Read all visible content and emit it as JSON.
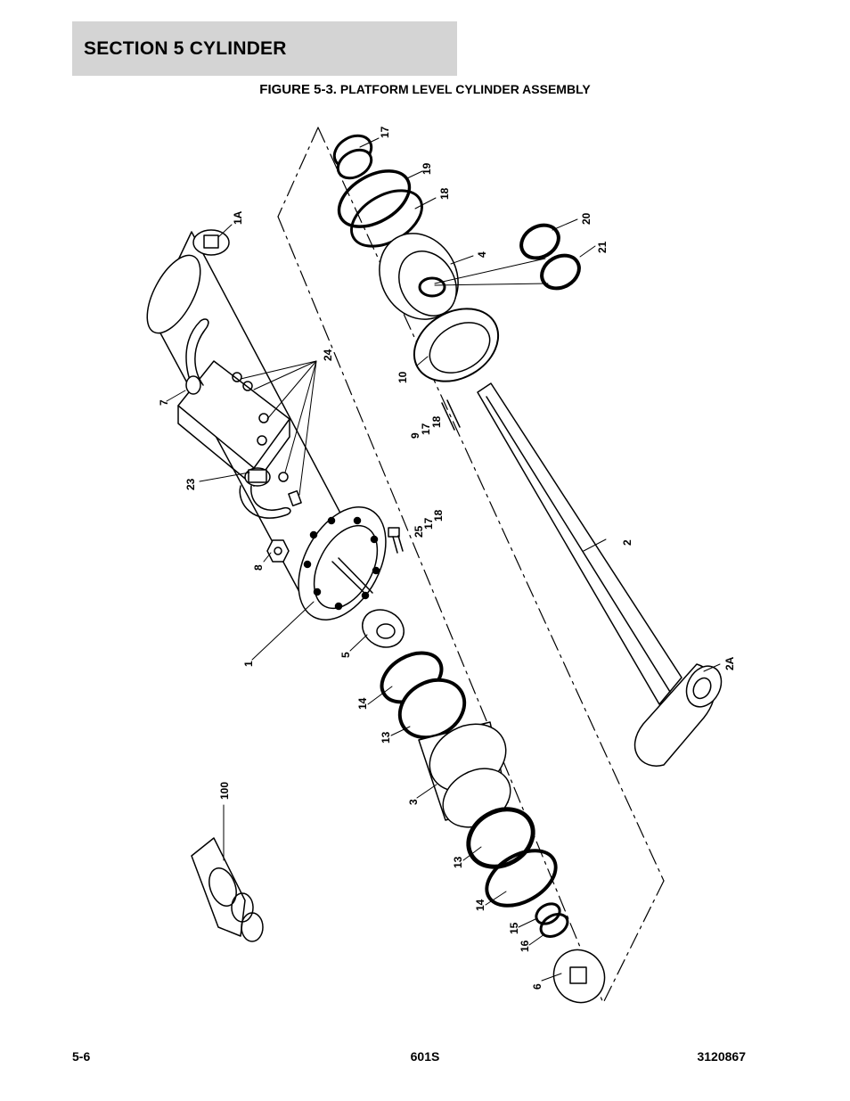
{
  "section": {
    "title": "SECTION 5   CYLINDER"
  },
  "figure": {
    "number": "FIGURE 5-3.",
    "title": "PLATFORM LEVEL CYLINDER ASSEMBLY"
  },
  "callouts": {
    "c17": "17",
    "c19": "19",
    "c18": "18",
    "c1A": "1A",
    "c20": "20",
    "c21": "21",
    "c4": "4",
    "c24": "24",
    "c10": "10",
    "c7": "7",
    "c9": "9",
    "c17b": "17",
    "c18b": "18",
    "c23": "23",
    "c25": "25",
    "c17c": "17",
    "c18c": "18",
    "c8": "8",
    "c2": "2",
    "c1": "1",
    "c5": "5",
    "c2A": "2A",
    "c14": "14",
    "c13": "13",
    "c100": "100",
    "c3": "3",
    "c13b": "13",
    "c14b": "14",
    "c15": "15",
    "c16": "16",
    "c6": "6"
  },
  "footer": {
    "page": "5-6",
    "model": "601S",
    "doc_number": "3120867"
  }
}
